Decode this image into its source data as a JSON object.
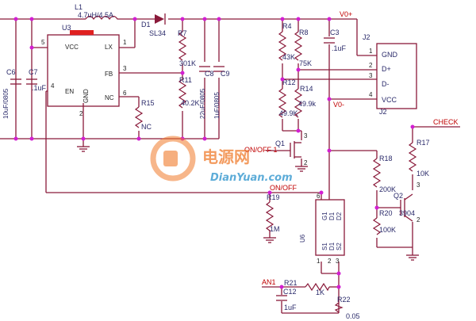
{
  "labels": {
    "l1": "L1",
    "l1_val": "4.7uH/4.5A",
    "d1": "D1",
    "d1_val": "SL34",
    "u3": "U3",
    "r7": "R7",
    "r7_val": "301K",
    "r11": "R11",
    "r11_val": "40.2K",
    "c8": "C8",
    "c8_val": "22uF/0805",
    "c9": "C9",
    "c9_val": "1uF/0805",
    "c6": "C6",
    "c6_val": "10uF/0805",
    "c7": "C7",
    "c7_val": ".1uF",
    "r15": "R15",
    "r15_val": "NC",
    "r4": "R4",
    "r4_val": "43K",
    "r8": "R8",
    "r8_val": "75K",
    "c3": "C3",
    "c3_val": ".1uF",
    "r12": "R12",
    "r12_val": "49.9K",
    "r14": "R14",
    "r14_val": "49.9k",
    "q1": "Q1",
    "r19": "R19",
    "r19_val": "1M",
    "u6": "U6",
    "r18": "R18",
    "r18_val": "200K",
    "r20": "R20",
    "r20_val": "100K",
    "r17": "R17",
    "r17_val": "10K",
    "q2": "Q2",
    "q2_val": "3904",
    "r21": "R21",
    "r21_val": "1K",
    "c12": "C12",
    "c12_val": "1uF",
    "r22": "R22",
    "r22_val": "0.05",
    "j2": "J2",
    "j2_bottom": "J2"
  },
  "u3_pins": {
    "vcc": "VCC",
    "lx": "LX",
    "fb": "FB",
    "en": "EN",
    "gnd": "GND",
    "nc": "NC"
  },
  "u6_pins": {
    "g1": "G1",
    "d1a": "D1",
    "d2a": "D2",
    "s1": "S1",
    "d1b": "D1",
    "s2": "S2"
  },
  "j2_pins": [
    "GND",
    "D+",
    "D-",
    "VCC"
  ],
  "nets": {
    "v0plus": "V0+",
    "v0minus": "V0-",
    "check": "CHECK",
    "onoff1": "ON/OFF 1",
    "onoff": "ON/OFF",
    "an1": "AN1"
  },
  "watermark": {
    "cn": "电源网",
    "en": "DianYuan.com"
  },
  "colors": {
    "wire": "#8a1a3a",
    "junction": "#d21fd2",
    "text": "#2a2a6a",
    "net_label": "#c00000"
  }
}
